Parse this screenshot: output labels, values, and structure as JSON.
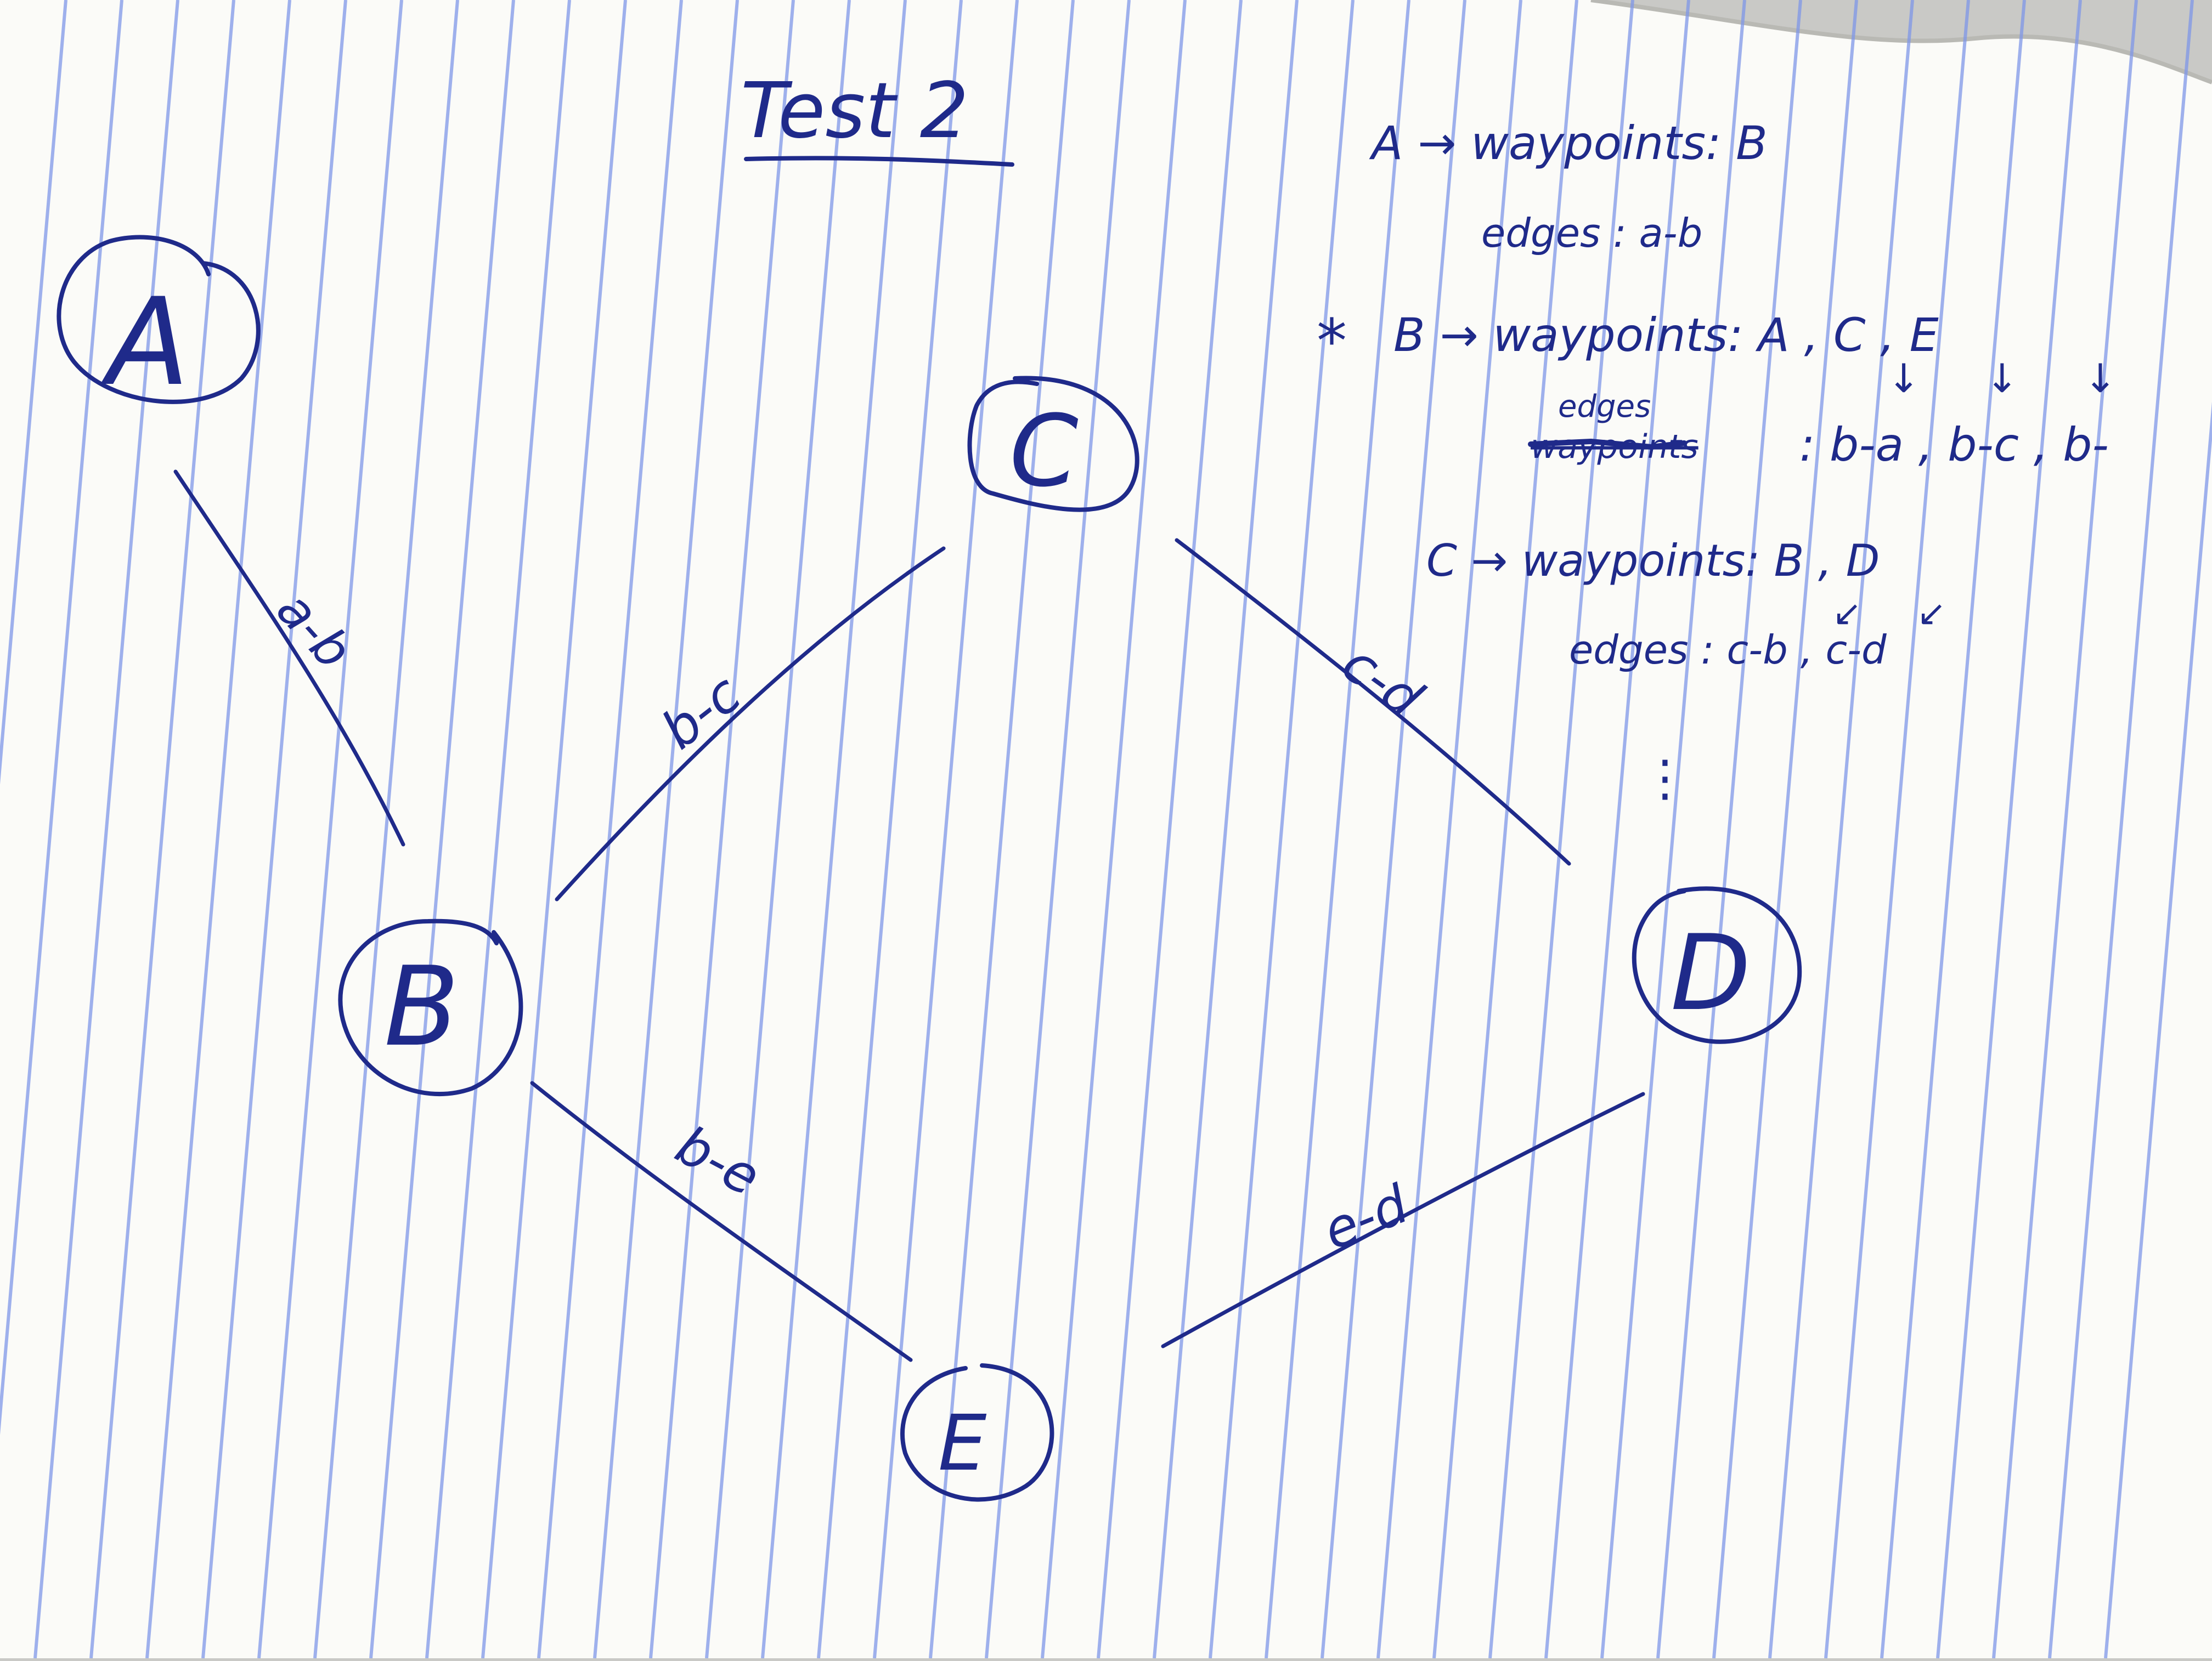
{
  "title": "Test 2",
  "colors": {
    "ink": "#1f2a8a",
    "paper": "#fbfbf8",
    "rule": "#7f97e8",
    "background": "#c9c9c6"
  },
  "nodes": [
    {
      "id": "a",
      "label": "A"
    },
    {
      "id": "b",
      "label": "B"
    },
    {
      "id": "c",
      "label": "C"
    },
    {
      "id": "d",
      "label": "D"
    },
    {
      "id": "e",
      "label": "E"
    }
  ],
  "edges": [
    {
      "from": "a",
      "to": "b",
      "label": "a-b"
    },
    {
      "from": "b",
      "to": "c",
      "label": "b-c"
    },
    {
      "from": "c",
      "to": "d",
      "label": "c-d"
    },
    {
      "from": "b",
      "to": "e",
      "label": "b-e"
    },
    {
      "from": "e",
      "to": "d",
      "label": "e-d"
    }
  ],
  "notes": {
    "a_waypoints": "A → waypoints: B",
    "a_edges": "edges : a-b",
    "b_star": "*",
    "b_waypoints": "B → waypoints: A , C , E",
    "b_arrows": "↓  ↓  ↓",
    "b_edges_word": "edges",
    "b_waypoints_struck": "waypoints",
    "b_edges_values": ": b-a , b-c , b-",
    "c_waypoints": "C → waypoints: B , D",
    "c_arrows": "↙   ↙",
    "c_edges": "edges : c-b , c-d",
    "ellipsis": "⋮"
  }
}
